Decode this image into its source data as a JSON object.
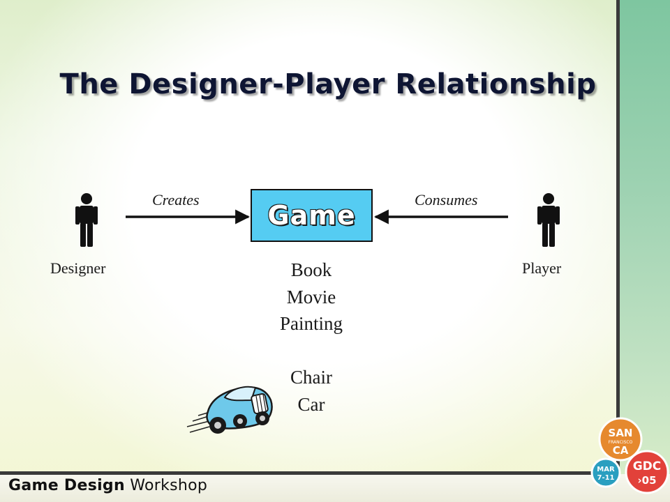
{
  "slide": {
    "title": "The Designer-Player Relationship",
    "center_box": "Game",
    "left_actor": "Designer",
    "right_actor": "Player",
    "left_arrow_label": "Creates",
    "right_arrow_label": "Consumes",
    "examples": [
      "Book",
      "Movie",
      "Painting",
      "",
      "Chair",
      "Car"
    ]
  },
  "footer": {
    "title_bold": "Game Design",
    "title_rest": " Workshop"
  },
  "badges": {
    "san": "SAN",
    "francisco": "FRANCISCO",
    "ca": "CA",
    "mar": "MAR",
    "dates": "7-11",
    "gdc": "GDC",
    "year": "›05"
  },
  "colors": {
    "game_box": "#55ccf2",
    "title": "#0e1533",
    "badge_orange": "#e6892e",
    "badge_teal": "#2a9fc0",
    "badge_red": "#e2413a"
  }
}
